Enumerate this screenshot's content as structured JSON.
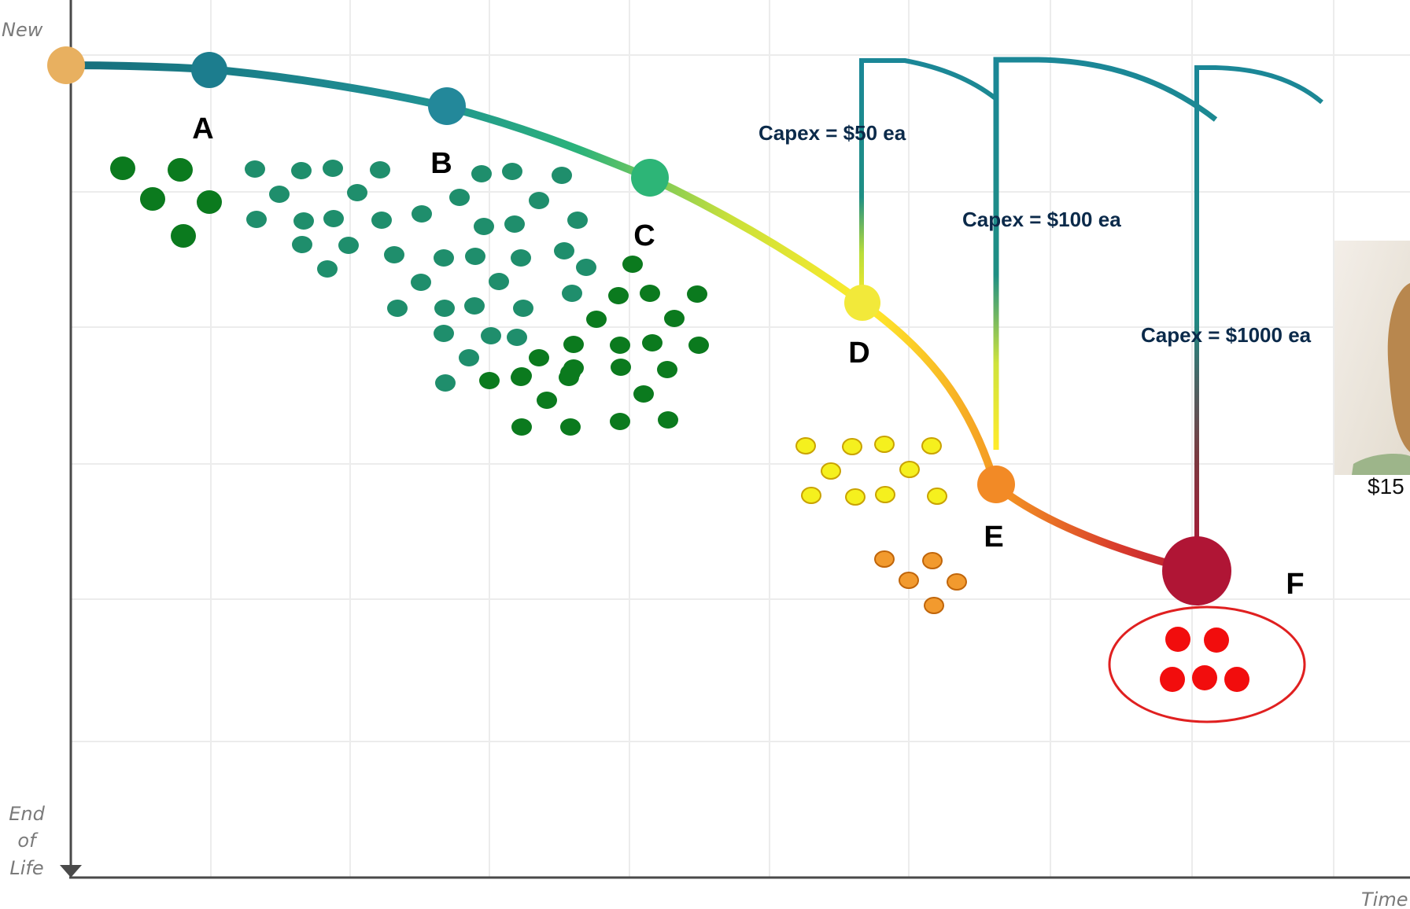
{
  "axis": {
    "y_top_label": "New",
    "y_bottom_label": [
      "End",
      "of",
      "Life"
    ],
    "x_label": "Time"
  },
  "stages": [
    {
      "id": "start",
      "label": "",
      "color": "#E8B060"
    },
    {
      "id": "A",
      "label": "A",
      "color": "#1C7D8E"
    },
    {
      "id": "B",
      "label": "B",
      "color": "#23889A"
    },
    {
      "id": "C",
      "label": "C",
      "color": "#2DB577"
    },
    {
      "id": "D",
      "label": "D",
      "color": "#F2E93A"
    },
    {
      "id": "E",
      "label": "E",
      "color": "#F28A26"
    },
    {
      "id": "F",
      "label": "F",
      "color": "#B01535"
    }
  ],
  "capex": [
    {
      "label": "Capex = $50 ea"
    },
    {
      "label": "Capex = $100 ea"
    },
    {
      "label": "Capex = $1000 ea"
    }
  ],
  "photo": {
    "caption": "$15"
  },
  "dot_colors": {
    "dark_green": "#0B7A1E",
    "teal_green": "#1F8E6C",
    "yellow": "#F5F01E",
    "orange": "#F29A2E",
    "red": "#F20D0D",
    "red_outline": "#E02020"
  }
}
